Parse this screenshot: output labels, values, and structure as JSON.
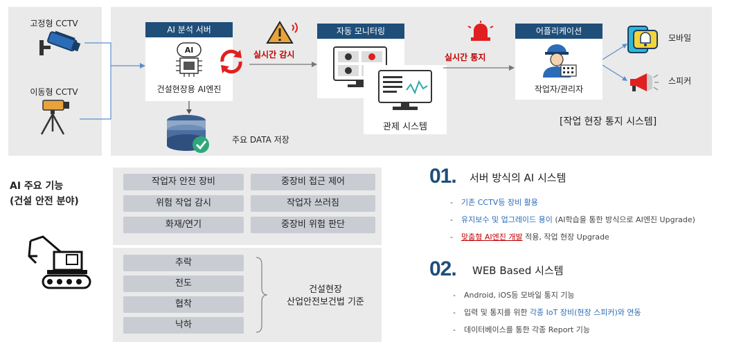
{
  "cameras": {
    "fixed_label": "고정형 CCTV",
    "mobile_label": "이동형 CCTV"
  },
  "ai_server": {
    "title": "AI 분석 서버",
    "engine_label": "건설현장용 AI엔진",
    "chip_text": "AI"
  },
  "storage_label": "주요 DATA 저장",
  "realtime_monitor_label": "실시간 감시",
  "auto_monitoring": {
    "title": "자동 모니터링"
  },
  "control_system_label": "관제 시스템",
  "realtime_notify_label": "실시간 통지",
  "application": {
    "title": "어플리케이션",
    "user_label": "작업자/관리자"
  },
  "outputs": {
    "mobile": "모바일",
    "speaker": "스피커"
  },
  "system_name": "[작업 현장 통지 시스템]",
  "ai_main_functions": {
    "line1": "AI 주요 기능",
    "line2": "(건설 안전 분야)"
  },
  "functions": [
    "작업자 안전 장비",
    "중장비 접근 제어",
    "위험 작업 감시",
    "작업자 쓰러짐",
    "화재/연기",
    "중장비 위험 판단"
  ],
  "accidents": [
    "추락",
    "전도",
    "협착",
    "낙하"
  ],
  "standard": {
    "line1": "건설현장",
    "line2": "산업안전보건법 기준"
  },
  "features": [
    {
      "num": "01.",
      "title": "서버 방식의 AI 시스템",
      "bullets": [
        {
          "dash": "-",
          "parts": [
            {
              "text": "기존 CCTV등 장비 활용",
              "style": "blue"
            }
          ]
        },
        {
          "dash": "-",
          "parts": [
            {
              "text": "유지보수 및 업그레이드 용이",
              "style": "blue"
            },
            {
              "text": " (AI학습을 통한 방식으로 AI엔진 Upgrade)",
              "style": "plain"
            }
          ]
        },
        {
          "dash": "-",
          "parts": [
            {
              "text": "맞춤형 AI엔진 개발",
              "style": "red"
            },
            {
              "text": " 적용, 작업 현장 Upgrade",
              "style": "plain"
            }
          ]
        }
      ]
    },
    {
      "num": "02.",
      "title": "WEB  Based 시스템",
      "bullets": [
        {
          "dash": "-",
          "parts": [
            {
              "text": "Android, iOS등 모바일 통지 기능",
              "style": "plain"
            }
          ]
        },
        {
          "dash": "-",
          "parts": [
            {
              "text": "입력 및 통지를 위한 ",
              "style": "plain"
            },
            {
              "text": "각종  IoT 장비(현장 스피커)와  연동",
              "style": "blue"
            }
          ]
        },
        {
          "dash": "-",
          "parts": [
            {
              "text": "데이터베이스를 통한 각종 Report 기능",
              "style": "plain"
            }
          ]
        }
      ]
    }
  ],
  "colors": {
    "navy": "#1f4e79",
    "red": "#c00000",
    "blue": "#2b6cb8",
    "panel": "#eaeaea",
    "pill": "#c9cdd3"
  }
}
